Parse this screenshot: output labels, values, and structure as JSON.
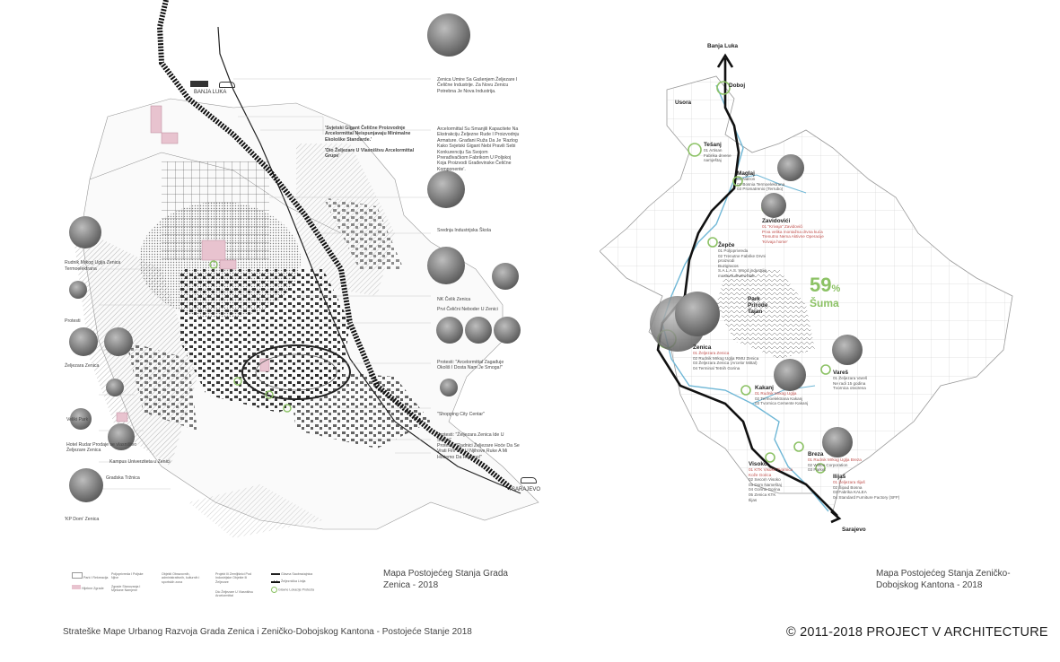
{
  "left_map": {
    "title_line1": "Mapa Postojećeg Stanja Grada",
    "title_line2": "Zenica - 2018",
    "route_labels": {
      "north": "BANJA LUKA",
      "south": "SARAJEVO"
    },
    "annotations_right": [
      "Zenica Umire Sa Gašenjem Željezare I Čelične Industrije. Za Novu Zenicu Potrebna Je Nova Industrija.",
      "'Svjetski Gigant Čelične Proizvodnje Arcelormittal Neispunjavaju Minimalne Ekološke Standarde.'",
      "'Dio Željezare U Vlasništvu Arcelormittal Grupe'",
      "Arcelormittal Su Smanjili Kapacitete Na Ekstrakciju Željezne Rude I Proizvodnju Armature. Građani Ruža Da Je 'Razlog Kako Svjetski Gigant Nebi Pravili Sebi Konkurenciju Sa Svojom Prerađivačkom Fabrikom U Poljskoj Koja Proizvodi Građevinske Čelične Komponente'.",
      "Srednja Industrijska Škola",
      "NK Čelik Zenica",
      "Prvi Čelični Neboder U Zenici",
      "Protesti: \"Arcelormittal Zagađuje Okoliš I Dosta Nam Je Smoga!\"",
      "\"Shopping City Centar\"",
      "Protesti: \"Željezara Zenica Ide U Stečaj\"",
      "Protesti: \"Radnici Željezare Hoće Da Se Vrati Fini Dio U Njihove Ruke A Mi Hoćemo Da Radimo!\""
    ],
    "annotations_left": [
      "Rudnik Mrkog Uglja Zenica",
      "Termoelektrana",
      "Protesti",
      "Željezara Zenica",
      "Veliki Park",
      "Hotel Rudar Prodaje se vlasništvo Željezare Zenica",
      "Kampus Univerziteta u Zenici",
      "Gradska Tržnica",
      "'KP Dom' Zenica"
    ],
    "legend": [
      "Park I Rekreacija",
      "Hljebne Zgrade",
      "Poljoprivreda I Poljske Njive",
      "Zgrade Stanovanja I Mješane Namjene",
      "Objekti Obrazovnih, administrativnih, kulturnih i sportskih zona",
      "Projekt Ili Zemljišnici Pod Industrijske Objekte Ili Željezare",
      "Dio Željezare U Vlasništvu Arcelormittal",
      "Glavna Saobraćajnica",
      "Željeznička Linija",
      "Glavne Lokacije Protesta"
    ]
  },
  "right_map": {
    "title_line1": "Mapa Postojećeg Stanja Zeničko-",
    "title_line2": "Dobojskog Kantona - 2018",
    "route_north": "Banja Luka",
    "route_south": "Sarajevo",
    "forest_percent": "59",
    "forest_percent_sign": "%",
    "forest_label": "Šuma",
    "park_label_1": "Park",
    "park_label_2": "Prirode",
    "park_label_3": "Tajan",
    "towns": [
      {
        "name": "Doboj",
        "sub": []
      },
      {
        "name": "Usora",
        "sub": []
      },
      {
        "name": "Tešanj",
        "sub": [
          "01 Artisan",
          "Fabrika drvene",
          "namještaj"
        ]
      },
      {
        "name": "Maglaj",
        "sub": [
          "01 Natron",
          "02 Bosnia Termoelektrana",
          "03 Promatrenio (Terrubo)"
        ]
      },
      {
        "name": "Zavidovići",
        "sub": [
          "01 \"Krivaja\" Zavidovići",
          "Prva velika montažna drvna kuća",
          "Trenutno Nema Aktivne Operacije",
          "'Krivaja home'"
        ]
      },
      {
        "name": "Žepče",
        "sub": [
          "01 Poljoprivreda",
          "02 Trenutne Fabrike Drvni",
          "proizvodi",
          "Buzigracos",
          "S.A.L.A.S. Wood industrija",
          "masovni drveni blok"
        ]
      },
      {
        "name": "Zenica",
        "sub": [
          "01 Željezara Zenica",
          "02 Rudnik Mrkog Uglja RMU Zenica",
          "03 Željezara Zenica (Arcelor Mittal)",
          "04 Terminal Tetnih Gorina"
        ]
      },
      {
        "name": "Kakanj",
        "sub": [
          "01 Rudnik Mrkog Uglja",
          "02 Termoelektrana Kakanj",
          "03 Tvornica Cemente Kakanj"
        ]
      },
      {
        "name": "Vareš",
        "sub": [
          "01 Željezara Vareš",
          "Ne radi 15 godina",
          "Tvornica otvorena"
        ]
      },
      {
        "name": "Breza",
        "sub": [
          "01 Rudnik Mrkog Uglja Breza",
          "02 Wilton Corporation",
          "03 Parket"
        ]
      },
      {
        "name": "Visoko",
        "sub": [
          "01 KTK Visoko Tvornica",
          "Kože Gorica",
          "02 Secom Visoko",
          "03 Dom Nameštaj",
          "04 Gorina Gorina",
          "05 Zenica KTK",
          "Ilijas"
        ]
      },
      {
        "name": "Ilijaš",
        "sub": [
          "01 Željezara Ilijaš",
          "02 Šipad Bosna",
          "03 Fabrika KALEA",
          "04 Standard Furniture Factory (SFF)"
        ]
      }
    ]
  },
  "footer": {
    "caption": "Strateške Mape Urbanog Razvoja Grada Zenica i Zeničko-Dobojskog Kantona - Postojeće Stanje 2018",
    "copyright": "© 2011-2018 PROJECT V ARCHITECTURE"
  },
  "colors": {
    "accent_green": "#8cc265",
    "accent_red": "#c0504d",
    "accent_pink": "#e8c3cf",
    "river_blue": "#6fb7d6"
  }
}
